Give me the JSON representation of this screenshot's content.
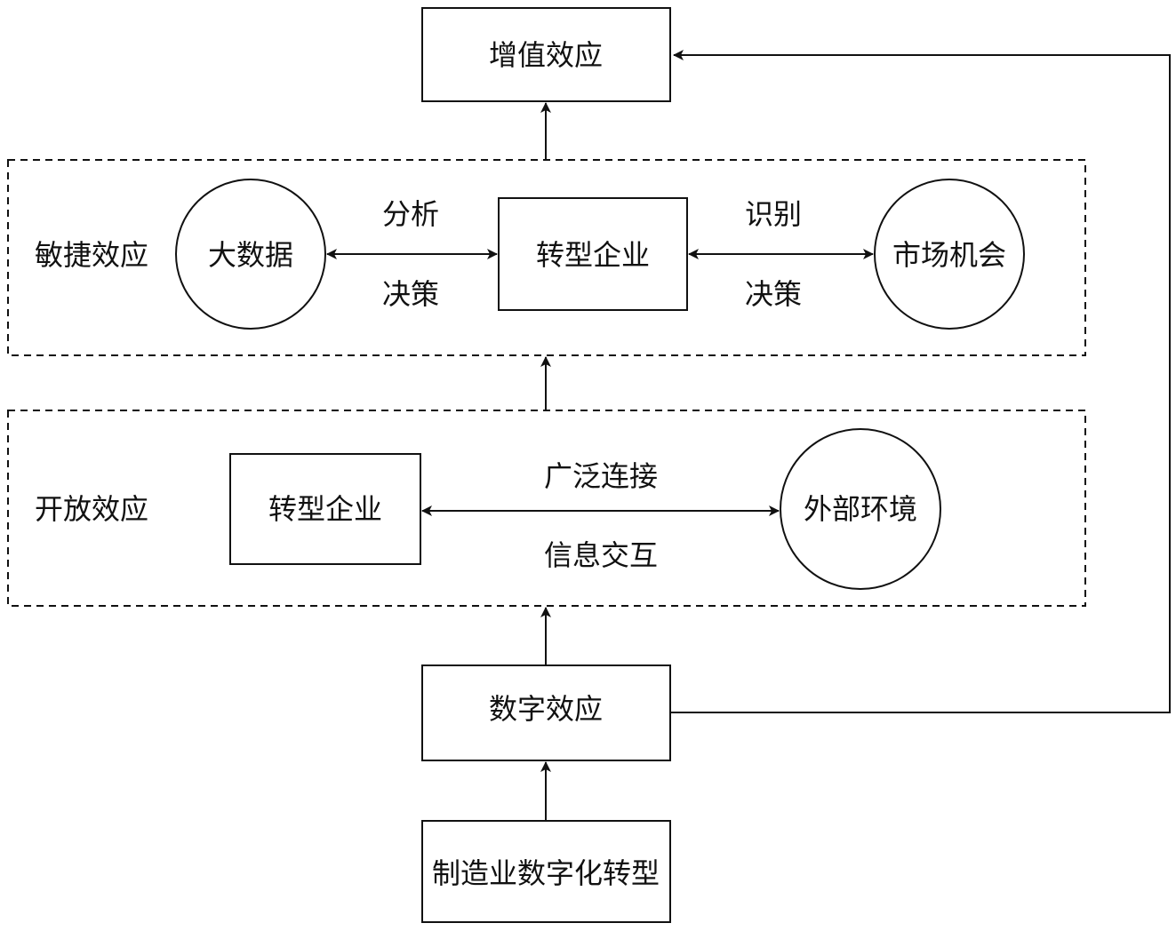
{
  "nodes": {
    "value_added": "增值效应",
    "big_data": "大数据",
    "transform_enterprise_agile": "转型企业",
    "market_opportunity": "市场机会",
    "transform_enterprise_open": "转型企业",
    "external_environment": "外部环境",
    "digital_effect": "数字效应",
    "mfg_transformation": "制造业数字化转型"
  },
  "groups": {
    "agile_effect": "敏捷效应",
    "open_effect": "开放效应"
  },
  "edge_labels": {
    "analysis": "分析",
    "decision_left": "决策",
    "recognition": "识别",
    "decision_right": "决策",
    "wide_connection": "广泛连接",
    "info_interaction": "信息交互"
  }
}
